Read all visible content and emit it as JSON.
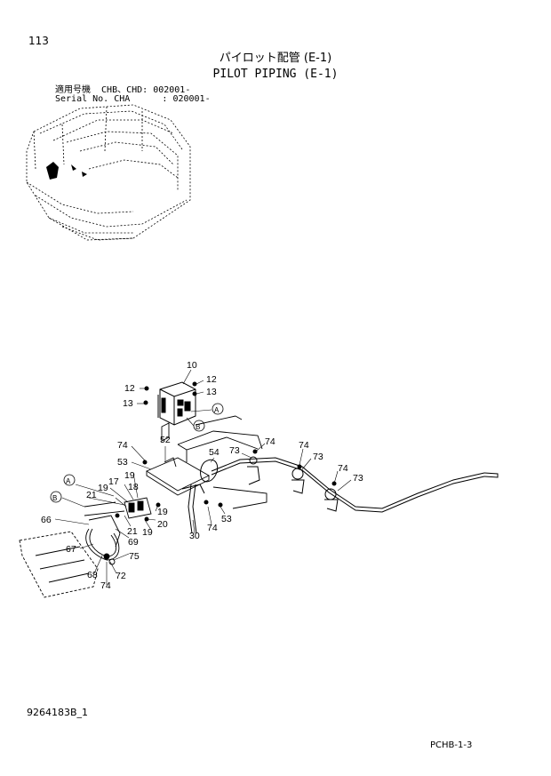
{
  "header": {
    "page_number": "113",
    "title_jp": "パイロット配管 (E-1)",
    "title_en": "PILOT PIPING (E-1)",
    "serial_line_1": "適用号機  CHB、CHD: 002001-",
    "serial_line_2": "Serial No. CHA      : 020001-"
  },
  "callouts": [
    {
      "id": "c10",
      "label": "10"
    },
    {
      "id": "c12a",
      "label": "12"
    },
    {
      "id": "c12b",
      "label": "12"
    },
    {
      "id": "c13a",
      "label": "13"
    },
    {
      "id": "c13b",
      "label": "13"
    },
    {
      "id": "cA1",
      "label": "A"
    },
    {
      "id": "cB1",
      "label": "B"
    },
    {
      "id": "c52",
      "label": "52"
    },
    {
      "id": "c74a",
      "label": "74"
    },
    {
      "id": "c53a",
      "label": "53"
    },
    {
      "id": "c54",
      "label": "54"
    },
    {
      "id": "c73a",
      "label": "73"
    },
    {
      "id": "c74b",
      "label": "74"
    },
    {
      "id": "c74c",
      "label": "74"
    },
    {
      "id": "c73b",
      "label": "73"
    },
    {
      "id": "c74d",
      "label": "74"
    },
    {
      "id": "c73c",
      "label": "73"
    },
    {
      "id": "cA2",
      "label": "A"
    },
    {
      "id": "cB2",
      "label": "B"
    },
    {
      "id": "c21a",
      "label": "21"
    },
    {
      "id": "c19a",
      "label": "19"
    },
    {
      "id": "c17",
      "label": "17"
    },
    {
      "id": "c19b",
      "label": "19"
    },
    {
      "id": "c18",
      "label": "18"
    },
    {
      "id": "c19c",
      "label": "19"
    },
    {
      "id": "c20",
      "label": "20"
    },
    {
      "id": "c19d",
      "label": "19"
    },
    {
      "id": "c21b",
      "label": "21"
    },
    {
      "id": "c69",
      "label": "69"
    },
    {
      "id": "c66",
      "label": "66"
    },
    {
      "id": "c67",
      "label": "67"
    },
    {
      "id": "c75",
      "label": "75"
    },
    {
      "id": "c72",
      "label": "72"
    },
    {
      "id": "c68",
      "label": "68"
    },
    {
      "id": "c74e",
      "label": "74"
    },
    {
      "id": "c30",
      "label": "30"
    },
    {
      "id": "c74f",
      "label": "74"
    },
    {
      "id": "c53b",
      "label": "53"
    }
  ],
  "footer": {
    "drawing_code": "9264183B_1",
    "sheet_code": "PCHB-1-3"
  }
}
